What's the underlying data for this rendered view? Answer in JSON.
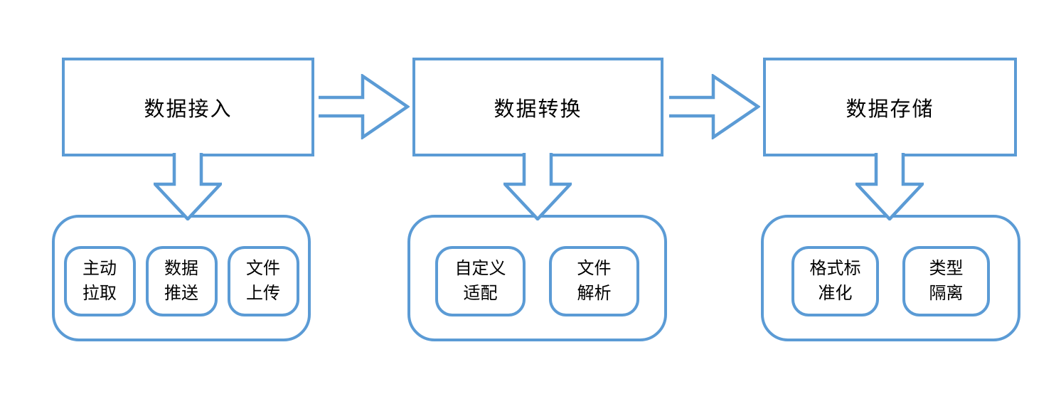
{
  "diagram": {
    "accent_color": "#5B9BD5",
    "text_color": "#000000",
    "background_color": "#ffffff"
  },
  "stages": [
    {
      "title": "数据接入",
      "items": [
        "主动\n拉取",
        "数据\n推送",
        "文件\n上传"
      ]
    },
    {
      "title": "数据转换",
      "items": [
        "自定义\n适配",
        "文件\n解析"
      ]
    },
    {
      "title": "数据存储",
      "items": [
        "格式标\n准化",
        "类型\n隔离"
      ]
    }
  ]
}
